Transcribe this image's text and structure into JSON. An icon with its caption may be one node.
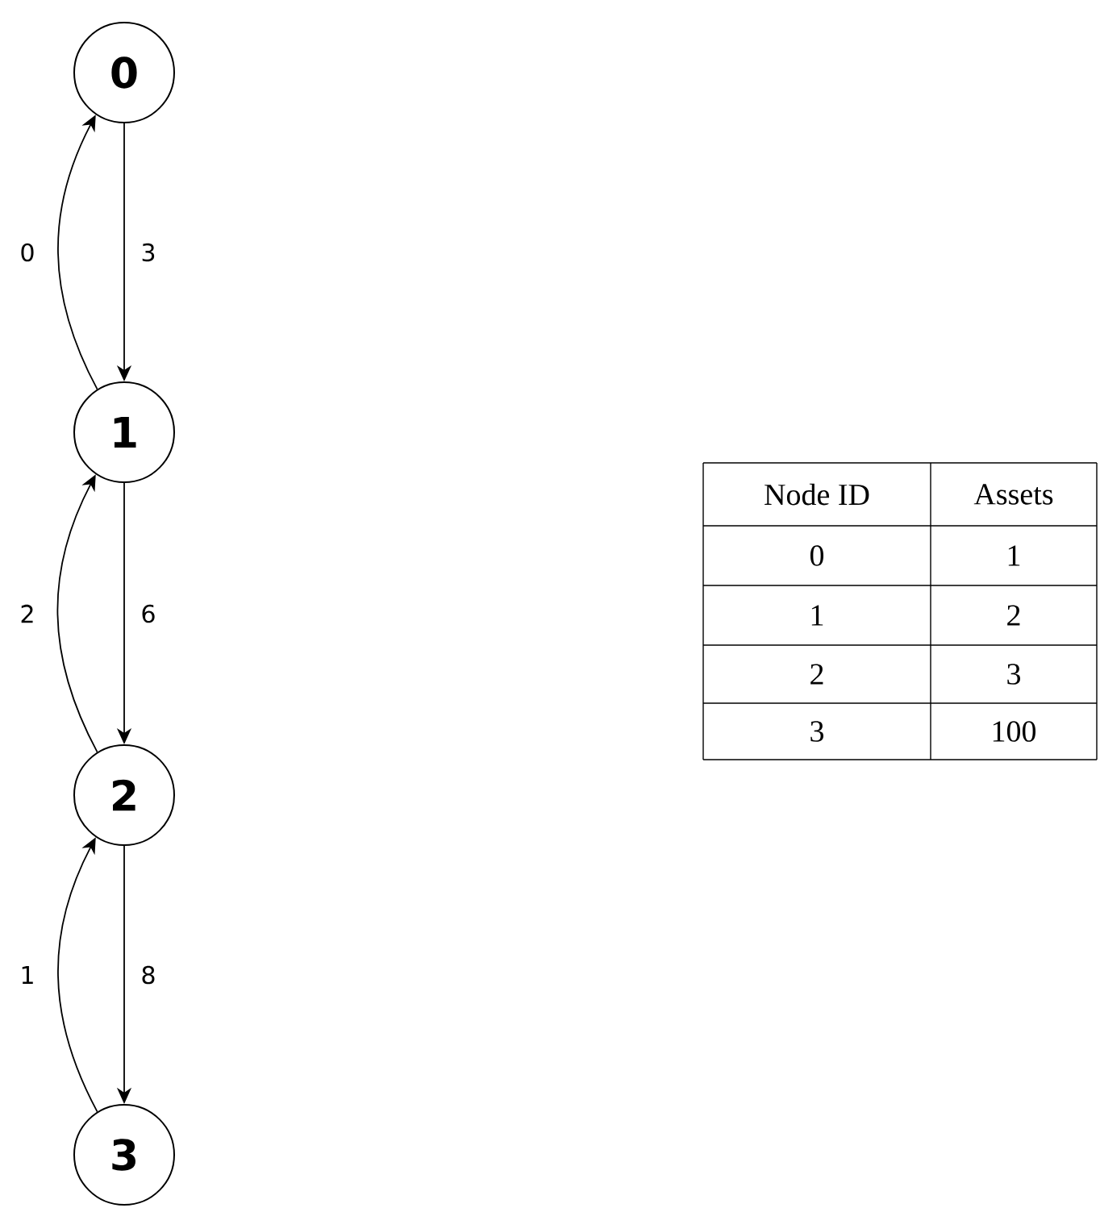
{
  "diagram": {
    "nodes": [
      {
        "text": [
          "0"
        ]
      },
      {
        "text": [
          "1"
        ]
      },
      {
        "text": [
          "2"
        ]
      },
      {
        "text": [
          "3"
        ]
      }
    ],
    "edges": [
      {
        "from": 0,
        "to": 1,
        "arrow": "to",
        "label": "3"
      },
      {
        "from": 1,
        "to": 0,
        "arrow": "to",
        "label": "0"
      },
      {
        "from": 1,
        "to": 2,
        "arrow": "to",
        "label": "6"
      },
      {
        "from": 2,
        "to": 1,
        "arrow": "to",
        "label": "2"
      },
      {
        "from": 2,
        "to": 3,
        "arrow": "to",
        "label": "8"
      },
      {
        "from": 3,
        "to": 2,
        "arrow": "to",
        "label": "1"
      }
    ],
    "labels": [
      "Node ID",
      "Assets",
      "0",
      "1",
      "1",
      "2",
      "2",
      "3",
      "3",
      "100"
    ]
  }
}
